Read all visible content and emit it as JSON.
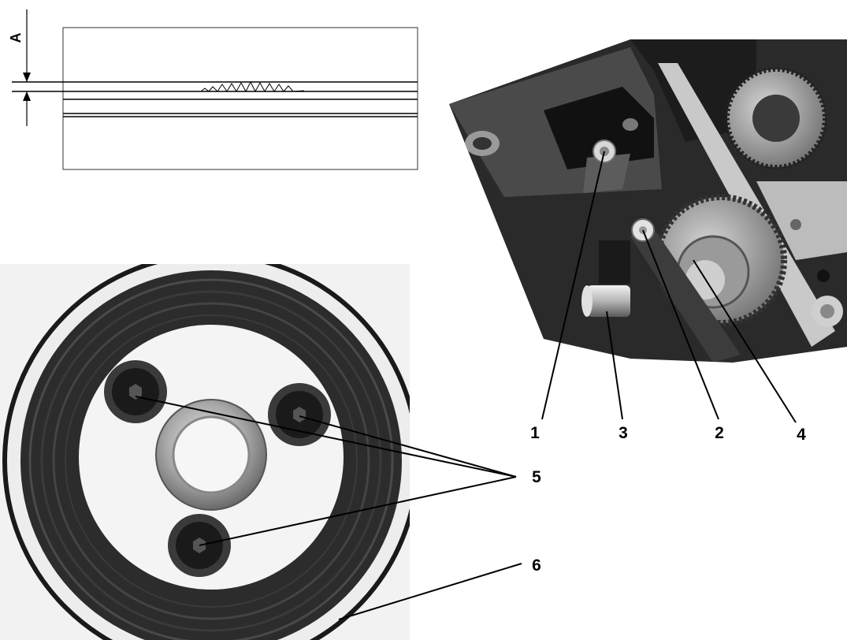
{
  "dimension_diagram": {
    "label": "A"
  },
  "mechanism_photo": {
    "callouts": [
      {
        "id": "screw-1",
        "label": "1"
      },
      {
        "id": "pin-3",
        "label": "3"
      },
      {
        "id": "screw-2",
        "label": "2"
      },
      {
        "id": "gear-4",
        "label": "4"
      }
    ]
  },
  "wheel_photo": {
    "callouts": [
      {
        "id": "screws-5",
        "label": "5"
      },
      {
        "id": "rim-6",
        "label": "6"
      }
    ]
  }
}
